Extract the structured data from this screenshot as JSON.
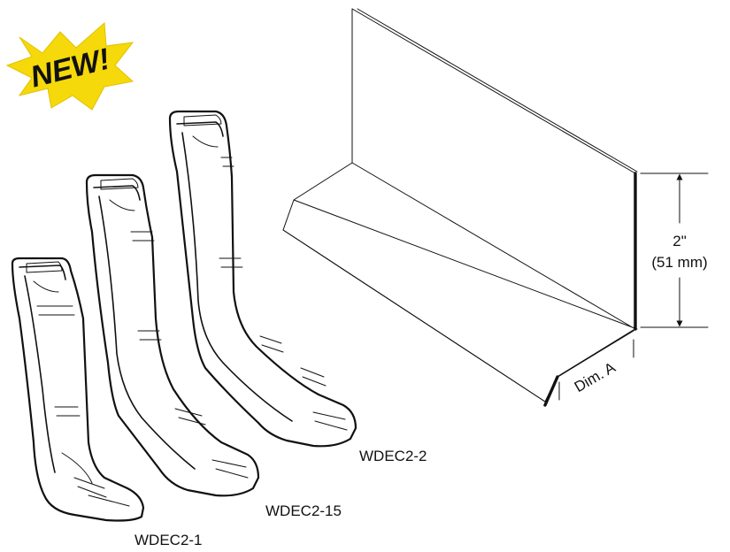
{
  "badge": {
    "text": "NEW!",
    "fill_color": "#f5d90a",
    "text_color": "#d6121b"
  },
  "parts": [
    {
      "label": "WDEC2-1"
    },
    {
      "label": "WDEC2-15"
    },
    {
      "label": "WDEC2-2"
    }
  ],
  "dimension": {
    "height_in": "2\"",
    "height_mm": "(51 mm)",
    "depth_label": "Dim. A"
  }
}
